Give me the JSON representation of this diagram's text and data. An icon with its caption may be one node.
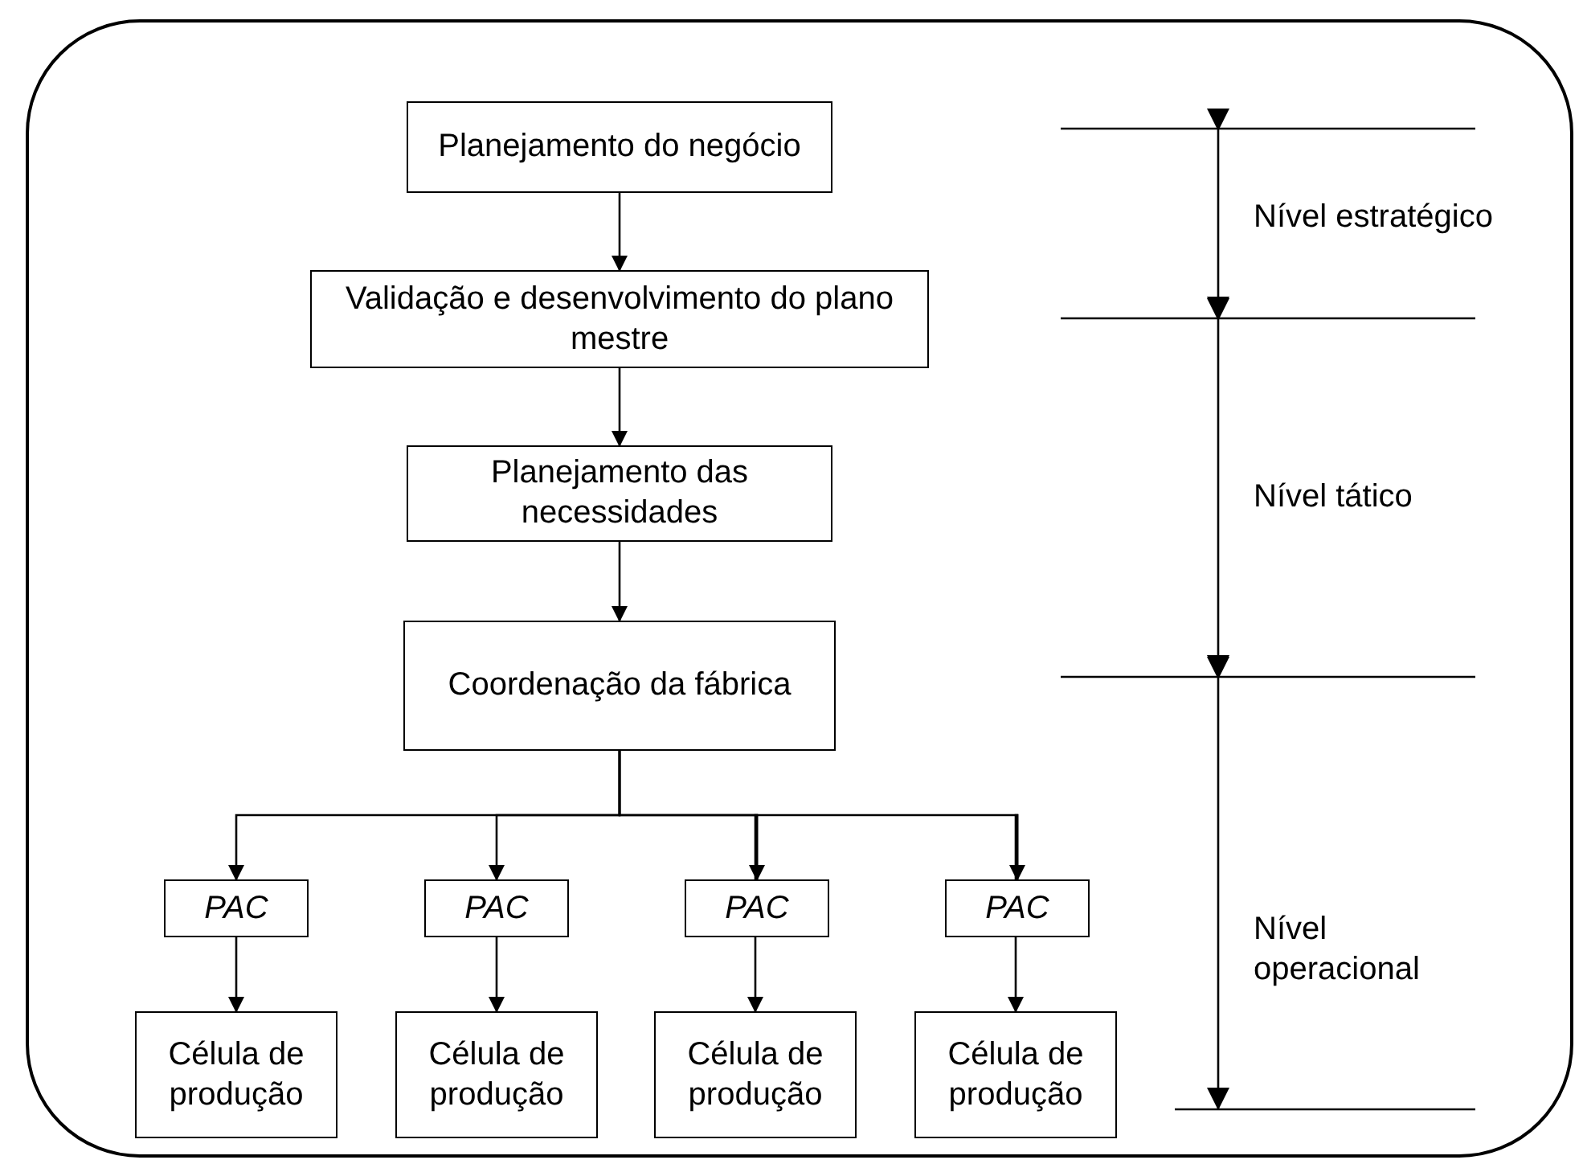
{
  "diagram": {
    "nodes": [
      {
        "text": [
          "Planejamento do negócio"
        ]
      },
      {
        "text": [
          "Validação e desenvolvimento do plano mestre"
        ]
      },
      {
        "text": [
          "Planejamento das necessidades"
        ]
      },
      {
        "text": [
          "Coordenação da fábrica"
        ]
      },
      {
        "text": [
          "PAC"
        ]
      },
      {
        "text": [
          "PAC"
        ]
      },
      {
        "text": [
          "PAC"
        ]
      },
      {
        "text": [
          "PAC"
        ]
      },
      {
        "text": [
          "Célula de produção"
        ]
      },
      {
        "text": [
          "Célula de produção"
        ]
      },
      {
        "text": [
          "Célula de produção"
        ]
      },
      {
        "text": [
          "Célula de produção"
        ]
      }
    ],
    "edges": [
      {
        "from": 0,
        "to": 1,
        "arrow": "to"
      },
      {
        "from": 1,
        "to": 2,
        "arrow": "to"
      },
      {
        "from": 2,
        "to": 3,
        "arrow": "to"
      },
      {
        "from": 3,
        "to": 4,
        "arrow": "to"
      },
      {
        "from": 3,
        "to": 5,
        "arrow": "to"
      },
      {
        "from": 3,
        "to": 6,
        "arrow": "to"
      },
      {
        "from": 3,
        "to": 7,
        "arrow": "to"
      },
      {
        "from": 4,
        "to": 8,
        "arrow": "to"
      },
      {
        "from": 5,
        "to": 9,
        "arrow": "to"
      },
      {
        "from": 6,
        "to": 10,
        "arrow": "to"
      },
      {
        "from": 7,
        "to": 11,
        "arrow": "to"
      }
    ],
    "labels": [
      "Nível estratégico",
      "Nível tático",
      "Nível operacional"
    ]
  }
}
